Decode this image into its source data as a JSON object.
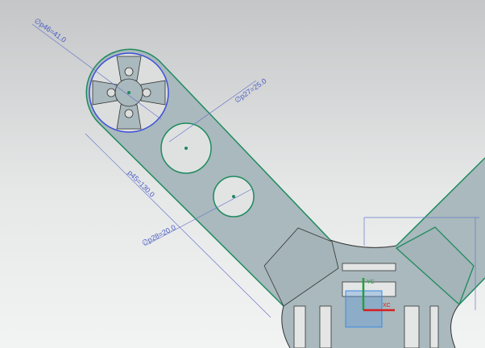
{
  "sketch": {
    "dimensions": {
      "large_circle": "∅p46=41.0",
      "hole_1": "∅p27=25.0",
      "hole_2": "∅p28=20.0",
      "arm_length": "p45=130.0"
    },
    "axes": {
      "y": "YC",
      "x": "XC"
    },
    "colors": {
      "body": "#a9b9bd",
      "edge": "#1f8a5e",
      "dimension": "#4a5bc4",
      "selected_circle": "#3b4fd8",
      "x_axis": "#d42020",
      "y_axis": "#22a03a"
    }
  }
}
